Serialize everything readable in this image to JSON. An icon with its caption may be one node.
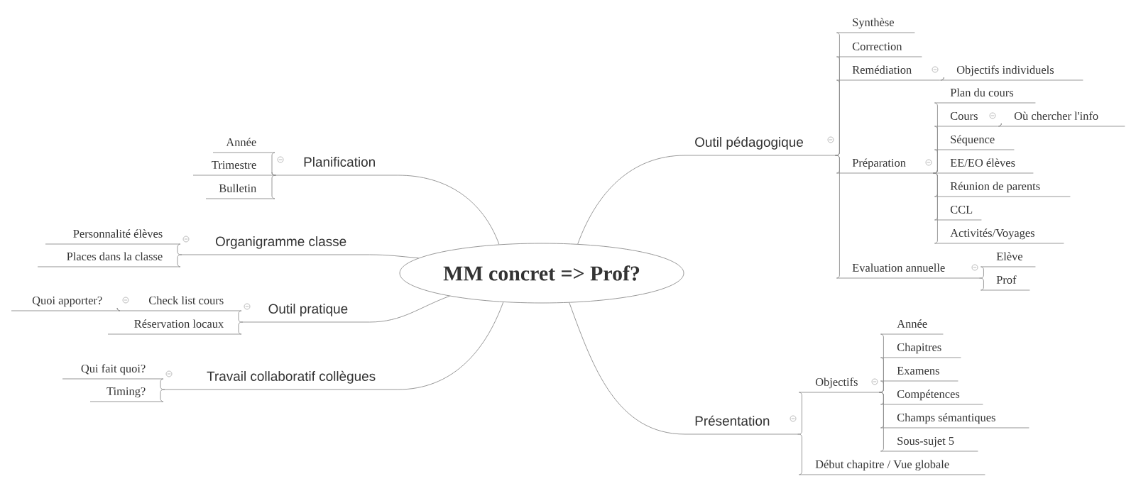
{
  "diagram": {
    "nodes": [
      {
        "text": [
          "MM concret => Prof?"
        ]
      },
      {
        "text": [
          "Outil pédagogique"
        ]
      },
      {
        "text": [
          "Synthèse"
        ]
      },
      {
        "text": [
          "Correction"
        ]
      },
      {
        "text": [
          "Remédiation"
        ]
      },
      {
        "text": [
          "Objectifs individuels"
        ]
      },
      {
        "text": [
          "Préparation"
        ]
      },
      {
        "text": [
          "Plan du cours"
        ]
      },
      {
        "text": [
          "Cours"
        ]
      },
      {
        "text": [
          "Où chercher l'info"
        ]
      },
      {
        "text": [
          "Séquence"
        ]
      },
      {
        "text": [
          "EE/EO élèves"
        ]
      },
      {
        "text": [
          "Réunion de parents"
        ]
      },
      {
        "text": [
          "CCL"
        ]
      },
      {
        "text": [
          "Activités/Voyages"
        ]
      },
      {
        "text": [
          "Evaluation annuelle"
        ]
      },
      {
        "text": [
          "Elève"
        ]
      },
      {
        "text": [
          "Prof"
        ]
      },
      {
        "text": [
          "Présentation"
        ]
      },
      {
        "text": [
          "Objectifs"
        ]
      },
      {
        "text": [
          "Année"
        ]
      },
      {
        "text": [
          "Chapitres"
        ]
      },
      {
        "text": [
          "Examens"
        ]
      },
      {
        "text": [
          "Compétences"
        ]
      },
      {
        "text": [
          "Champs sémantiques"
        ]
      },
      {
        "text": [
          "Sous-sujet 5"
        ]
      },
      {
        "text": [
          "Début chapitre / Vue globale"
        ]
      },
      {
        "text": [
          "Planification"
        ]
      },
      {
        "text": [
          "Année"
        ]
      },
      {
        "text": [
          "Trimestre"
        ]
      },
      {
        "text": [
          "Bulletin"
        ]
      },
      {
        "text": [
          "Organigramme classe"
        ]
      },
      {
        "text": [
          "Personnalité élèves"
        ]
      },
      {
        "text": [
          "Places dans la classe"
        ]
      },
      {
        "text": [
          "Outil pratique"
        ]
      },
      {
        "text": [
          "Check list cours"
        ]
      },
      {
        "text": [
          "Quoi apporter?"
        ]
      },
      {
        "text": [
          "Réservation locaux"
        ]
      },
      {
        "text": [
          "Travail collaboratif collègues"
        ]
      },
      {
        "text": [
          "Qui fait quoi?"
        ]
      },
      {
        "text": [
          "Timing?"
        ]
      }
    ],
    "edges": [
      {
        "from": 0,
        "to": 1,
        "arrow": "none"
      },
      {
        "from": 1,
        "to": 2,
        "arrow": "none"
      },
      {
        "from": 1,
        "to": 3,
        "arrow": "none"
      },
      {
        "from": 1,
        "to": 4,
        "arrow": "none"
      },
      {
        "from": 4,
        "to": 5,
        "arrow": "none"
      },
      {
        "from": 1,
        "to": 6,
        "arrow": "none"
      },
      {
        "from": 6,
        "to": 7,
        "arrow": "none"
      },
      {
        "from": 6,
        "to": 8,
        "arrow": "none"
      },
      {
        "from": 8,
        "to": 9,
        "arrow": "none"
      },
      {
        "from": 6,
        "to": 10,
        "arrow": "none"
      },
      {
        "from": 6,
        "to": 11,
        "arrow": "none"
      },
      {
        "from": 6,
        "to": 12,
        "arrow": "none"
      },
      {
        "from": 6,
        "to": 13,
        "arrow": "none"
      },
      {
        "from": 6,
        "to": 14,
        "arrow": "none"
      },
      {
        "from": 1,
        "to": 15,
        "arrow": "none"
      },
      {
        "from": 15,
        "to": 16,
        "arrow": "none"
      },
      {
        "from": 15,
        "to": 17,
        "arrow": "none"
      },
      {
        "from": 0,
        "to": 18,
        "arrow": "none"
      },
      {
        "from": 18,
        "to": 19,
        "arrow": "none"
      },
      {
        "from": 19,
        "to": 20,
        "arrow": "none"
      },
      {
        "from": 19,
        "to": 21,
        "arrow": "none"
      },
      {
        "from": 19,
        "to": 22,
        "arrow": "none"
      },
      {
        "from": 19,
        "to": 23,
        "arrow": "none"
      },
      {
        "from": 19,
        "to": 24,
        "arrow": "none"
      },
      {
        "from": 19,
        "to": 25,
        "arrow": "none"
      },
      {
        "from": 18,
        "to": 26,
        "arrow": "none"
      },
      {
        "from": 0,
        "to": 27,
        "arrow": "none"
      },
      {
        "from": 27,
        "to": 28,
        "arrow": "none"
      },
      {
        "from": 27,
        "to": 29,
        "arrow": "none"
      },
      {
        "from": 27,
        "to": 30,
        "arrow": "none"
      },
      {
        "from": 0,
        "to": 31,
        "arrow": "none"
      },
      {
        "from": 31,
        "to": 32,
        "arrow": "none"
      },
      {
        "from": 31,
        "to": 33,
        "arrow": "none"
      },
      {
        "from": 0,
        "to": 34,
        "arrow": "none"
      },
      {
        "from": 34,
        "to": 35,
        "arrow": "none"
      },
      {
        "from": 35,
        "to": 36,
        "arrow": "none"
      },
      {
        "from": 34,
        "to": 37,
        "arrow": "none"
      },
      {
        "from": 0,
        "to": 38,
        "arrow": "none"
      },
      {
        "from": 38,
        "to": 39,
        "arrow": "none"
      },
      {
        "from": 38,
        "to": 40,
        "arrow": "none"
      }
    ]
  }
}
